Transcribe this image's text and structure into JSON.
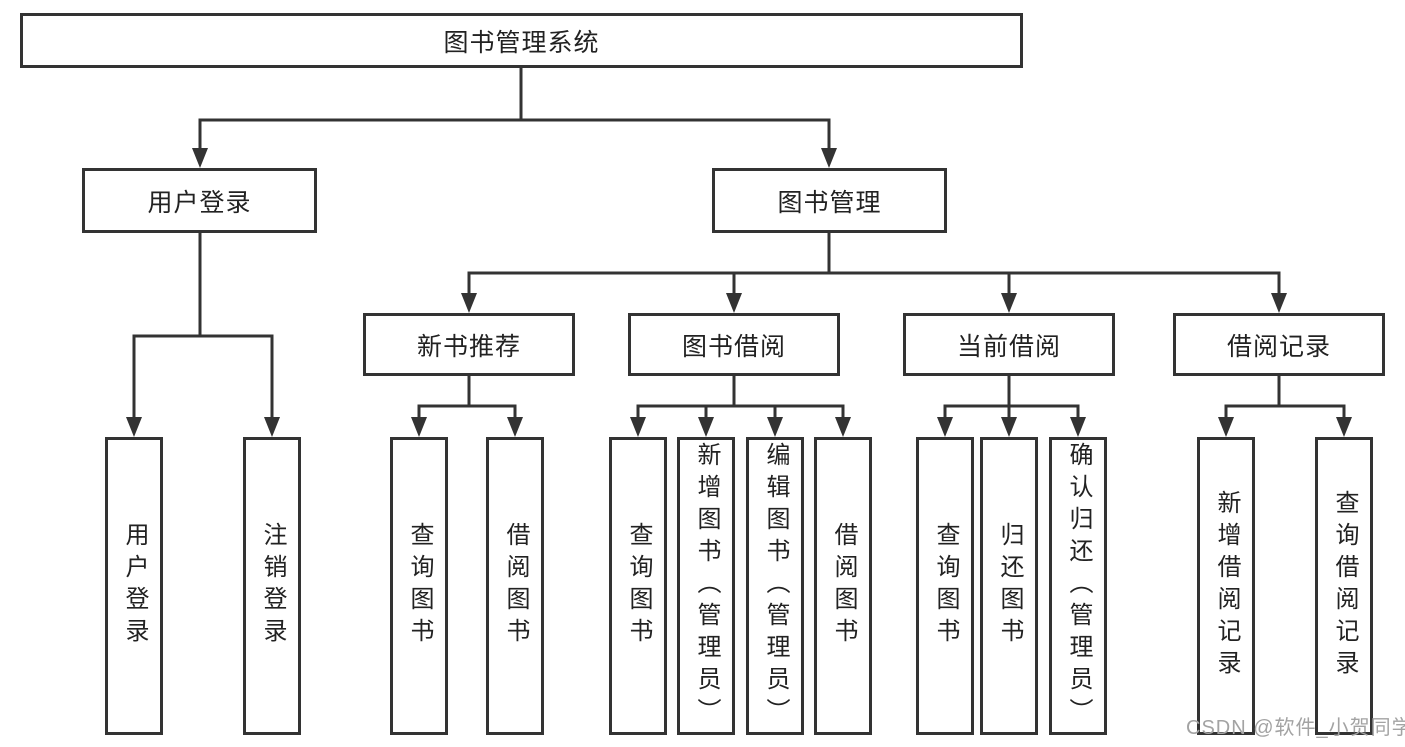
{
  "title": "图书管理系统",
  "level2": {
    "user_login": "用户登录",
    "book_management": "图书管理"
  },
  "level3": {
    "new_book_recommend": "新书推荐",
    "book_borrowing": "图书借阅",
    "current_borrowing": "当前借阅",
    "borrowing_records": "借阅记录"
  },
  "leaves": {
    "user_login": "用户登录",
    "logout": "注销登录",
    "nb_query_books": "查询图书",
    "nb_borrow_books": "借阅图书",
    "bb_query_books": "查询图书",
    "bb_add_books_admin": "新增图书（管理员）",
    "bb_edit_books_admin": "编辑图书（管理员）",
    "bb_borrow_books": "借阅图书",
    "cb_query_books": "查询图书",
    "cb_return_books": "归还图书",
    "cb_confirm_return_admin": "确认归还（管理员）",
    "br_add_record": "新增借阅记录",
    "br_query_record": "查询借阅记录"
  },
  "watermark": "CSDN @软件_小贺同学",
  "colors": {
    "line": "#333333",
    "text": "#222222",
    "watermark": "#a3a3a3",
    "background": "#ffffff"
  }
}
